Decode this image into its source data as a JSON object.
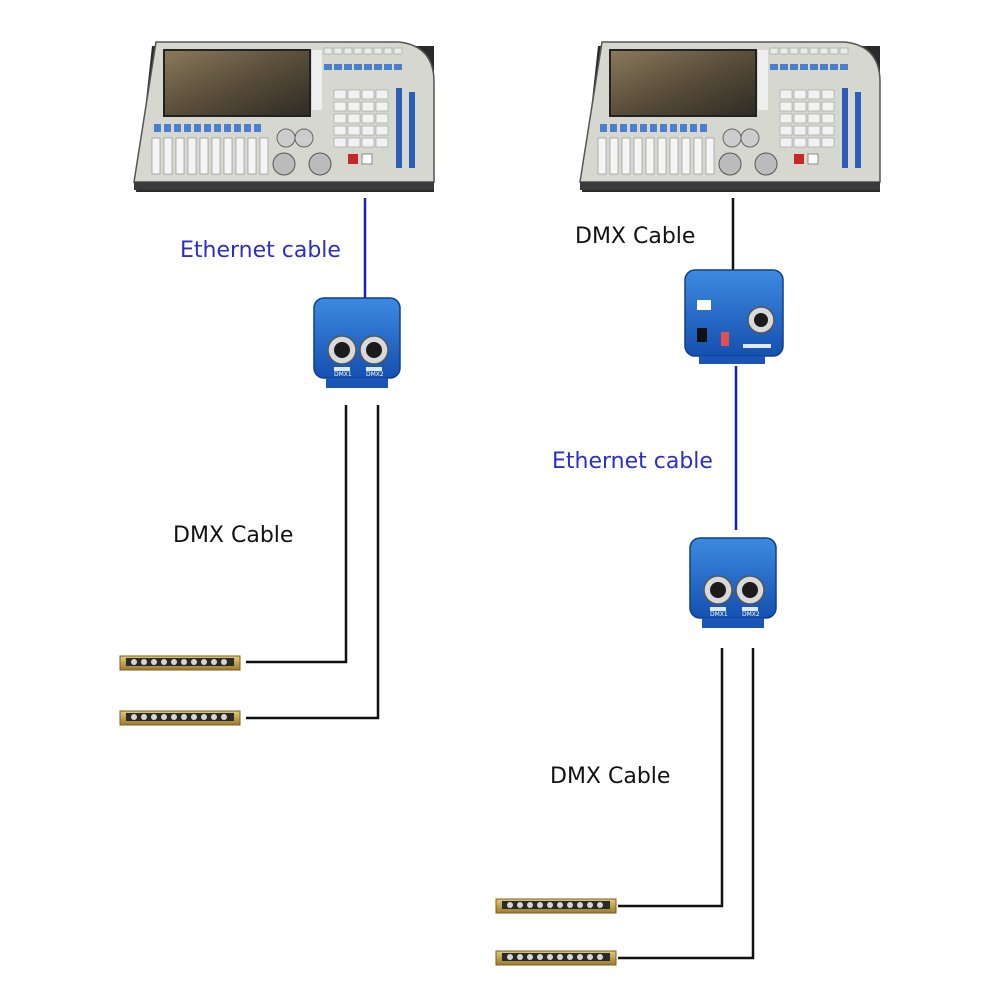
{
  "labels": {
    "left_ethernet": "Ethernet cable",
    "left_dmx": "DMX Cable",
    "right_dmx_top": "DMX Cable",
    "right_ethernet": "Ethernet cable",
    "right_dmx_bottom": "DMX Cable"
  },
  "device_text": {
    "port1": "DMX1",
    "port2": "DMX2"
  },
  "colors": {
    "ethernet": "#1a1fb8",
    "dmx": "#111111",
    "node_blue": "#1f66c8",
    "console_body": "#c9ccc4",
    "dimmer_gold": "#c8a24a"
  }
}
